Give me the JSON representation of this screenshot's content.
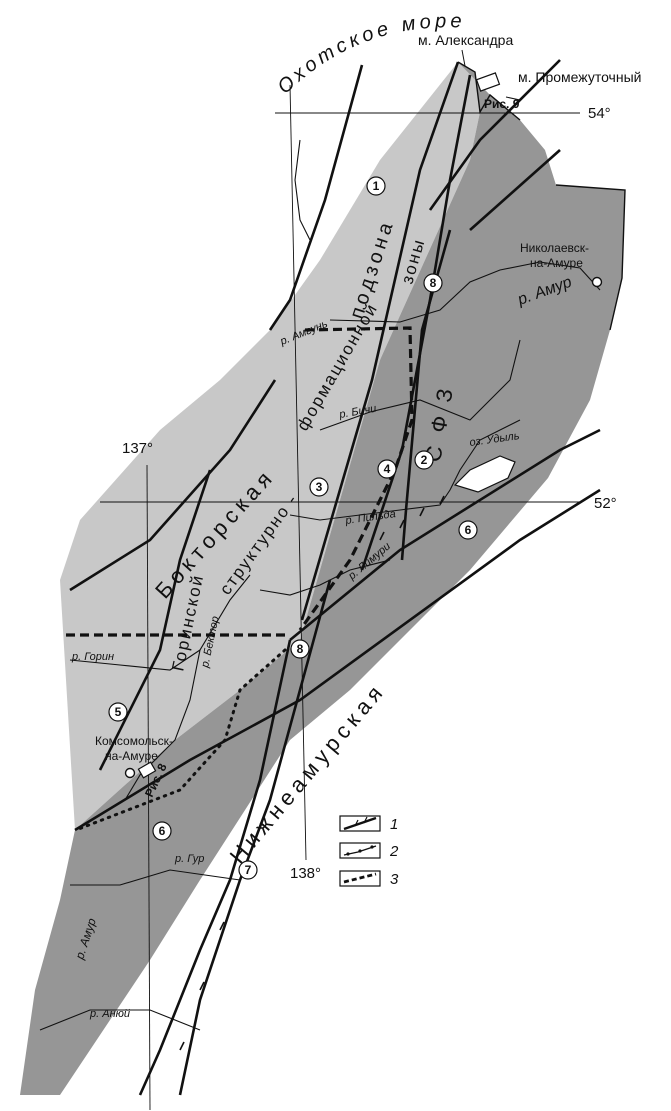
{
  "map": {
    "sea_label": "Охотское море",
    "capes": [
      "м. Александра",
      "м. Промежуточный"
    ],
    "figure_refs": [
      "Рис. 9",
      "Рис. 8"
    ],
    "coordinates": {
      "lat_54": "54°",
      "lat_52": "52°",
      "lon_137": "137°",
      "lon_138": "138°"
    },
    "cities": [
      "Николаевск-",
      "на-Амуре",
      "Комсомольск-",
      "на-Амуре"
    ],
    "rivers": {
      "amur_ne": "р. Амур",
      "amgun": "р. Амгунь",
      "bichi": "р. Бичи",
      "udyl": "оз. Удыль",
      "pilda": "р. Пильда",
      "limuri": "р. Лимури",
      "bektor": "р. Бектор",
      "gorin": "р. Горин",
      "gur": "р. Гур",
      "amur_sw": "р. Амур",
      "anyui": "р. Анюй"
    },
    "zone_labels": {
      "boktor": "Бокторская",
      "podzona": "подзона",
      "strukturno": "структурно -",
      "formats": "формационной",
      "zony": "зоны",
      "gorinskoy": "Горинской",
      "nizhneamur": "Нижнеамурская",
      "sfz": "СФЗ"
    },
    "fault_numbers": [
      "1",
      "2",
      "3",
      "4",
      "5",
      "6",
      "6",
      "7",
      "8",
      "8"
    ],
    "legend": [
      "1",
      "2",
      "3"
    ],
    "colors": {
      "light_zone": "#c8c8c8",
      "dark_zone": "#969696",
      "lines": "#111111",
      "background": "#ffffff"
    }
  }
}
